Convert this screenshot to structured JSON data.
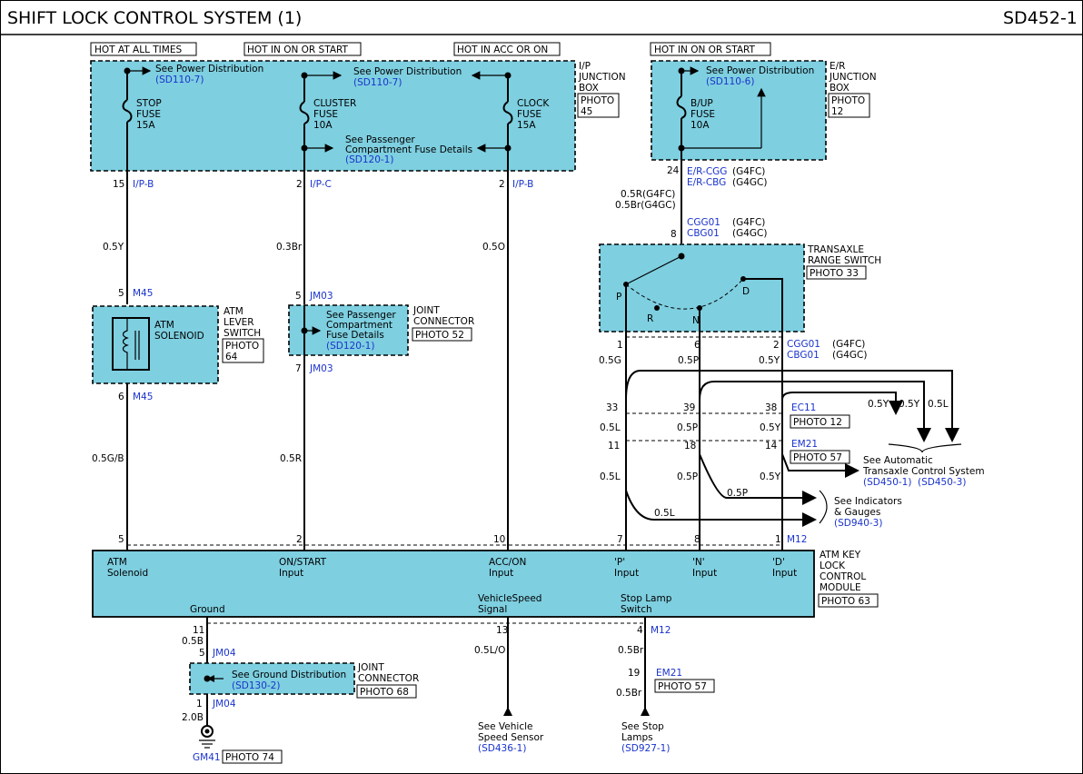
{
  "header": {
    "title": "SHIFT LOCK CONTROL SYSTEM (1)",
    "code": "SD452-1"
  },
  "hot_labels": {
    "always": "HOT AT ALL TIMES",
    "on_start": "HOT IN ON OR START",
    "acc_on": "HOT IN  ACC OR ON",
    "on_start_er": "HOT IN ON OR START"
  },
  "ip_junction": {
    "l1": "I/P",
    "l2": "JUNCTION",
    "l3": "BOX",
    "photo1": "PHOTO",
    "photo2": "45"
  },
  "er_junction": {
    "l1": "E/R",
    "l2": "JUNCTION",
    "l3": "BOX",
    "photo1": "PHOTO",
    "photo2": "12"
  },
  "refs": {
    "power_dist": "See Power Distribution",
    "sd110_7": "(SD110-7)",
    "sd110_6": "(SD110-6)",
    "pass_fuse_1": "See Passenger",
    "pass_fuse_2": "Compartment Fuse Details",
    "sd120_1": "(SD120-1)",
    "jc_pass_1": "See Passenger",
    "jc_pass_2": "Compartment",
    "jc_pass_3": "Fuse Details",
    "ground_dist": "See Ground Distribution",
    "sd130_2": "(SD130-2)",
    "atcs_1": "See Automatic",
    "atcs_2": "Transaxle Control System",
    "sd450_1": "(SD450-1)",
    "sd450_3": "(SD450-3)",
    "ind_1": "See Indicators",
    "ind_2": "& Gauges",
    "sd940_3": "(SD940-3)",
    "vss_1": "See Vehicle",
    "vss_2": "Speed Sensor",
    "sd436_1": "(SD436-1)",
    "stop_1": "See Stop",
    "stop_2": "Lamps",
    "sd927_1": "(SD927-1)"
  },
  "fuses": {
    "stop": [
      "STOP",
      "FUSE",
      "15A"
    ],
    "cluster": [
      "CLUSTER",
      "FUSE",
      "10A"
    ],
    "clock": [
      "CLOCK",
      "FUSE",
      "15A"
    ],
    "bup": [
      "B/UP",
      "FUSE",
      "10A"
    ]
  },
  "connectors": {
    "ipb": "I/P-B",
    "ipc": "I/P-C",
    "ipb2": "I/P-B",
    "m45": "M45",
    "jm03": "JM03",
    "jm04": "JM04",
    "m12": "M12",
    "ercgg": "E/R-CGG",
    "ercbg": "E/R-CBG",
    "g4fc": "(G4FC)",
    "g4gc": "(G4GC)",
    "cgg01": "CGG01",
    "cbg01": "CBG01",
    "ec11": "EC11",
    "em21": "EM21",
    "gm41": "GM41"
  },
  "pins": {
    "p15": "15",
    "p2a": "2",
    "p2b": "2",
    "p24": "24",
    "p8": "8",
    "p5a": "5",
    "p6": "6",
    "p5b": "5",
    "p7a": "7",
    "p1": "1",
    "p6b": "6",
    "p2c": "2",
    "p33": "33",
    "p39": "39",
    "p38": "38",
    "p11": "11",
    "p18": "18",
    "p14": "14",
    "m5": "5",
    "m2": "2",
    "m10": "10",
    "m7": "7",
    "m8": "8",
    "m1": "1",
    "g11": "11",
    "g13": "13",
    "g4": "4",
    "j5": "5",
    "j1": "1",
    "e19": "19"
  },
  "wires": {
    "w05y": "0.5Y",
    "w03br": "0.3Br",
    "w05o": "0.5O",
    "w05gb": "0.5G/B",
    "w05r": "0.5R",
    "w05r_g4fc": "0.5R(G4FC)",
    "w05br_g4gc": "0.5Br(G4GC)",
    "w05g": "0.5G",
    "w05p": "0.5P",
    "w05y2": "0.5Y",
    "w05l": "0.5L",
    "w05p2": "0.5P",
    "w05y3": "0.5Y",
    "w05l2": "0.5L",
    "w05p3": "0.5P",
    "w05y4": "0.5Y",
    "b05y1": "0.5Y",
    "b05y2": "0.5Y",
    "b05l": "0.5L",
    "b05p": "0.5P",
    "b05l2": "0.5L",
    "w05b": "0.5B",
    "w20b": "2.0B",
    "w05lo": "0.5L/O",
    "w05br": "0.5Br",
    "w05br2": "0.5Br"
  },
  "components": {
    "atm_lever": [
      "ATM",
      "LEVER",
      "SWITCH"
    ],
    "atm_lever_photo": [
      "PHOTO",
      "64"
    ],
    "atm_solenoid": [
      "ATM",
      "SOLENOID"
    ],
    "joint1": [
      "JOINT",
      "CONNECTOR"
    ],
    "joint1_photo": "PHOTO 52",
    "joint2": [
      "JOINT",
      "CONNECTOR"
    ],
    "joint2_photo": "PHOTO 68",
    "trs": [
      "TRANSAXLE",
      "RANGE SWITCH"
    ],
    "trs_photo": "PHOTO 33",
    "trs_pos": {
      "p": "P",
      "r": "R",
      "n": "N",
      "d": "D"
    },
    "ec11_photo": "PHOTO 12",
    "em21_photo": "PHOTO 57",
    "em21_photo2": "PHOTO 57",
    "gm41_photo": "PHOTO 74",
    "module": [
      "ATM KEY",
      "LOCK",
      "CONTROL",
      "MODULE"
    ],
    "module_photo": "PHOTO 63"
  },
  "module_pins": {
    "atm": [
      "ATM",
      "Solenoid"
    ],
    "onstart": [
      "ON/START",
      "Input"
    ],
    "accon": [
      "ACC/ON",
      "Input"
    ],
    "p": [
      "'P'",
      "Input"
    ],
    "n": [
      "'N'",
      "Input"
    ],
    "d": [
      "'D'",
      "Input"
    ],
    "ground": "Ground",
    "vss": [
      "VehicleSpeed",
      "Signal"
    ],
    "stop": [
      "Stop Lamp",
      "Switch"
    ]
  }
}
